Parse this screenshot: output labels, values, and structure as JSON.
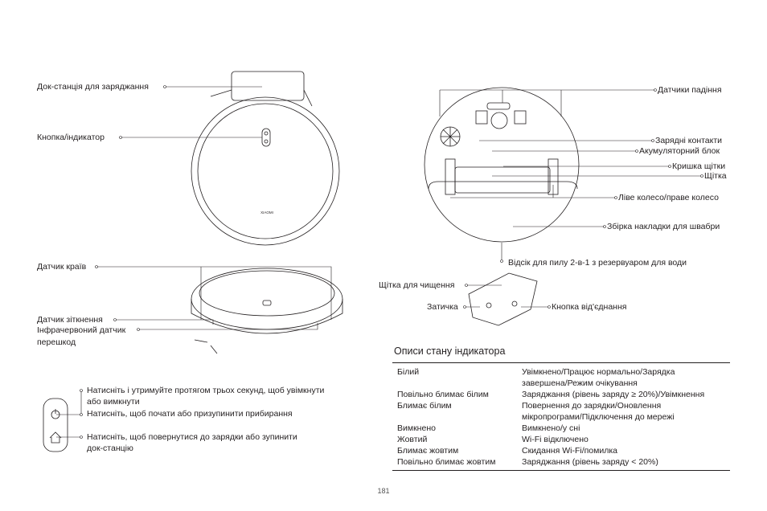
{
  "left_labels": {
    "dock": "Док-станція для заряджання",
    "button": "Кнопка/індикатор",
    "cliff": "Датчик країв",
    "collision": "Датчик зіткнення",
    "ir1": "Інфрачервоний датчик",
    "ir2": "перешкод",
    "brand": "XIAOMI"
  },
  "right_labels": {
    "fall": "Датчики падіння",
    "contacts": "Зарядні контакти",
    "battery": "Акумуляторний блок",
    "brush_cover": "Кришка щітки",
    "brush": "Щітка",
    "wheels": "Ліве колесо/праве колесо",
    "mop": "Збірка накладки для швабри",
    "bin": "Відсік для пилу 2-в-1 з резервуаром для води",
    "clean_brush": "Щітка для чищення",
    "latch": "Затичка",
    "release": "Кнопка від'єднання"
  },
  "buttons": {
    "power1": "Натисніть і утримуйте протягом трьох секунд, щоб увімкнути",
    "power2": "або вимкнути",
    "power3": "Натисніть, щоб почати або призупинити прибирання",
    "home1": "Натисніть, щоб повернутися до зарядки або зупинити",
    "home2": "док-станцію"
  },
  "table": {
    "title": "Описи стану індикатора",
    "rows": [
      {
        "state": "Білий",
        "desc": "Увімкнено/Працює нормально/Зарядка"
      },
      {
        "state": "",
        "desc": "завершена/Режим очікування"
      },
      {
        "state": "Повільно блимає білим",
        "desc": "Заряджання (рівень заряду ≥ 20%)/Увімкнення"
      },
      {
        "state": "Блимає білим",
        "desc": "Повернення до зарядки/Оновлення"
      },
      {
        "state": "",
        "desc": "мікропрограми/Підключення до мережі"
      },
      {
        "state": "Вимкнено",
        "desc": "Вимкнено/у сні"
      },
      {
        "state": "Жовтий",
        "desc": "Wi-Fi відключено"
      },
      {
        "state": "Блимає жовтим",
        "desc": "Скидання Wi-Fi/помилка"
      },
      {
        "state": "Повільно блимає жовтим",
        "desc": "Заряджання (рівень заряду < 20%)"
      }
    ]
  },
  "page_number": "181"
}
